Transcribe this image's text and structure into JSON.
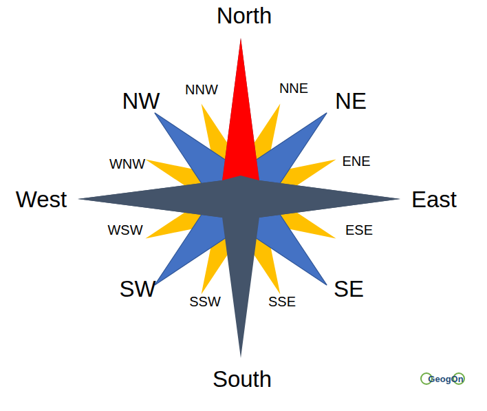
{
  "diagram": {
    "labels": [
      "North",
      "NNW",
      "NNE",
      "NW",
      "NE",
      "WNW",
      "ENE",
      "West",
      "East",
      "WSW",
      "ESE",
      "SW",
      "SE",
      "SSW",
      "SSE",
      "South",
      "GeogOn"
    ]
  }
}
